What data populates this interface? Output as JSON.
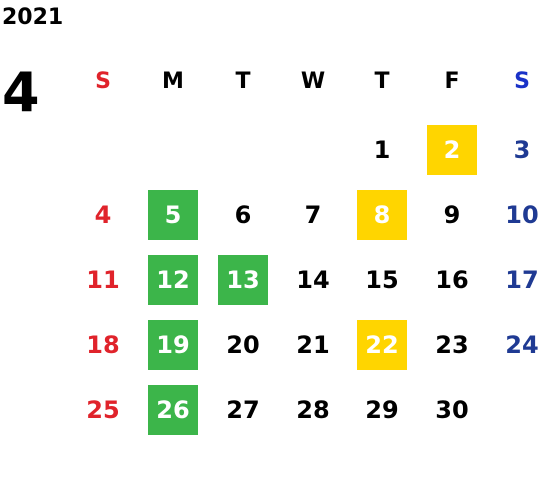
{
  "year": "2021",
  "month": "4",
  "colors": {
    "sunday": "#e0232b",
    "saturday_header": "#1a32c8",
    "saturday": "#1f3a93",
    "weekday": "#000000",
    "highlight_green": "#3cb54a",
    "highlight_yellow": "#ffd500"
  },
  "weekdays": [
    "S",
    "M",
    "T",
    "W",
    "T",
    "F",
    "S"
  ],
  "weeks": [
    [
      "",
      "",
      "",
      "",
      "1",
      "2",
      "3"
    ],
    [
      "4",
      "5",
      "6",
      "7",
      "8",
      "9",
      "10"
    ],
    [
      "11",
      "12",
      "13",
      "14",
      "15",
      "16",
      "17"
    ],
    [
      "18",
      "19",
      "20",
      "21",
      "22",
      "23",
      "24"
    ],
    [
      "25",
      "26",
      "27",
      "28",
      "29",
      "30",
      ""
    ]
  ],
  "highlights": {
    "green": [
      "5",
      "12",
      "13",
      "19",
      "26"
    ],
    "yellow": [
      "2",
      "8",
      "22"
    ]
  }
}
